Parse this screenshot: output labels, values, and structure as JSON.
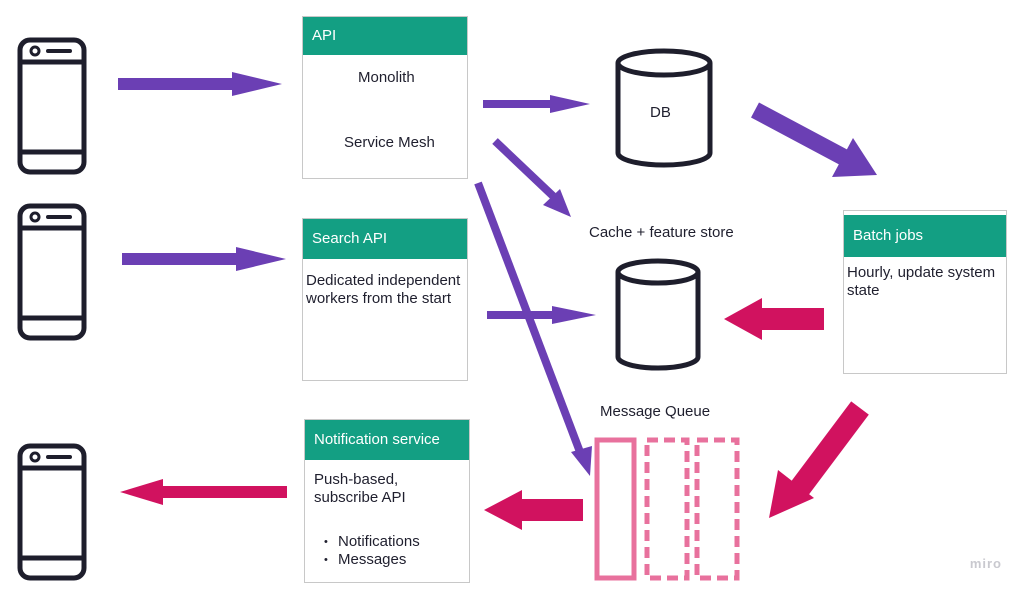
{
  "colors": {
    "header_green": "#139f83",
    "arrow_purple": "#6b3fb4",
    "arrow_magenta": "#d1125f",
    "queue_pink": "#e8719d",
    "down_arrow_green": "#1fae6a",
    "stroke_dark": "#1e1e2c"
  },
  "icons": {
    "phone": "smartphone-icon",
    "database": "cylinder-icon",
    "down_arrow": "arrow-down-icon"
  },
  "api": {
    "header": "API",
    "line1": "Monolith",
    "line2": "Service Mesh"
  },
  "search_api": {
    "header": "Search API",
    "body": "Dedicated independent workers from the start"
  },
  "notification_service": {
    "header": "Notification service",
    "body": "Push-based, subscribe API",
    "items": [
      "Notifications",
      "Messages"
    ]
  },
  "batch_jobs": {
    "header": "Batch jobs",
    "body": "Hourly, update system state"
  },
  "db": {
    "label": "DB"
  },
  "cache": {
    "label": "Cache + feature store"
  },
  "queue": {
    "label": "Message Queue"
  },
  "watermark": "miro"
}
